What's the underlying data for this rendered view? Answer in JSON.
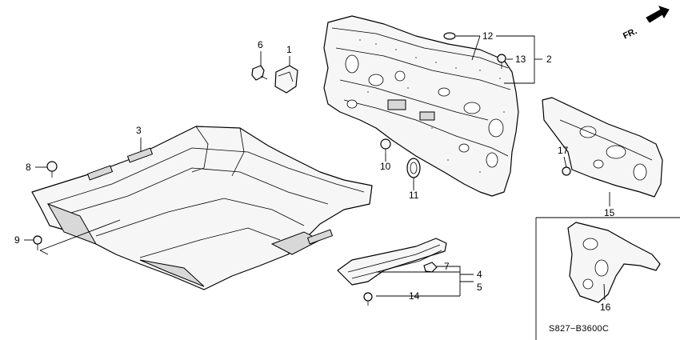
{
  "diagram": {
    "reference_code": "S827−B3600C",
    "direction_label": "FR.",
    "callouts": [
      {
        "id": "c1",
        "text": "1"
      },
      {
        "id": "c2",
        "text": "2"
      },
      {
        "id": "c3",
        "text": "3"
      },
      {
        "id": "c4",
        "text": "4"
      },
      {
        "id": "c5",
        "text": "5"
      },
      {
        "id": "c6",
        "text": "6"
      },
      {
        "id": "c7",
        "text": "7"
      },
      {
        "id": "c8",
        "text": "8"
      },
      {
        "id": "c9",
        "text": "9"
      },
      {
        "id": "c10",
        "text": "10"
      },
      {
        "id": "c11",
        "text": "11"
      },
      {
        "id": "c12",
        "text": "12"
      },
      {
        "id": "c13",
        "text": "13"
      },
      {
        "id": "c14",
        "text": "14"
      },
      {
        "id": "c15",
        "text": "15"
      },
      {
        "id": "c16",
        "text": "16"
      },
      {
        "id": "c17",
        "text": "17"
      }
    ]
  }
}
